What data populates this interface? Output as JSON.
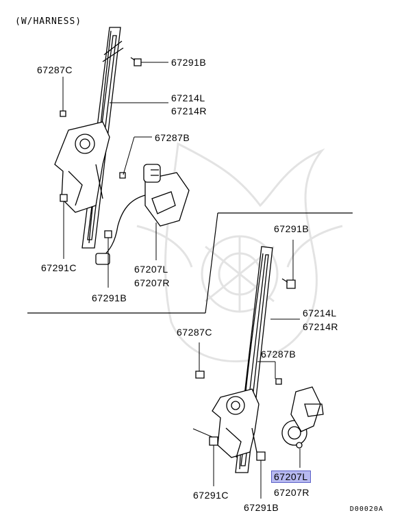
{
  "title": "(W/HARNESS)",
  "diagram_code": "D00020A",
  "highlight_color": "#b7b9f0",
  "highlighted_part": "67207L",
  "upper_assembly": {
    "labels": {
      "bolt_top": "67291B",
      "screw_left": "67287C",
      "regulator_l": "67214L",
      "regulator_r": "67214R",
      "screw_mid": "67287B",
      "motor_l": "67207L",
      "motor_r": "67207R",
      "bolt_bottom_left": "67291C",
      "bolt_bottom_mid": "67291B"
    }
  },
  "lower_assembly": {
    "labels": {
      "bolt_top": "67291B",
      "regulator_l": "67214L",
      "regulator_r": "67214R",
      "screw_left": "67287C",
      "screw_mid": "67287B",
      "motor_l": "67207L",
      "motor_r": "67207R",
      "bolt_bottom_left": "67291C",
      "bolt_bottom_mid": "67291B"
    }
  }
}
